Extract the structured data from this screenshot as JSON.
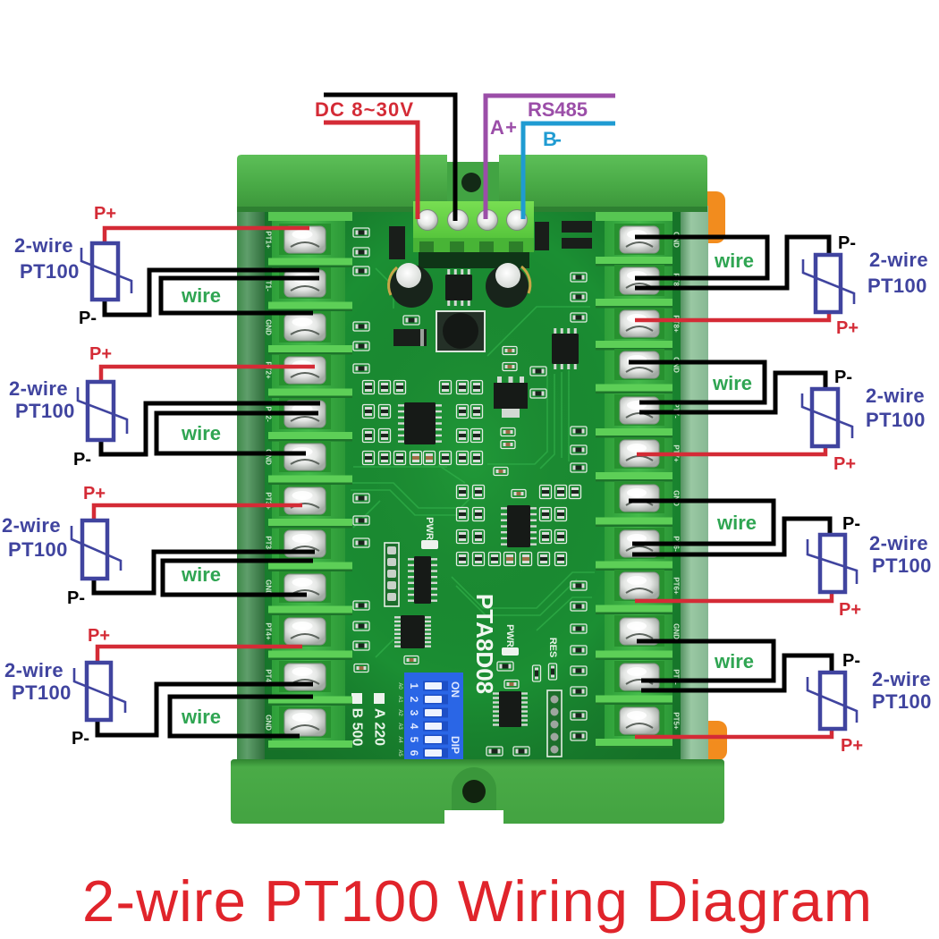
{
  "title": "2-wire PT100 Wiring Diagram",
  "colors": {
    "title": "#e0242b",
    "positive": "#d42b36",
    "negative": "#000000",
    "rs485_a": "#9b4ea8",
    "rs485_b": "#1f9bd2",
    "sensor": "#40449f",
    "jumper_text": "#2fa552",
    "pcb": "#1b8f33",
    "enclosure": "#4aab47",
    "dip_switch": "#2a66e6",
    "din_clip": "#f28c1e"
  },
  "power": {
    "label": "DC 8~30V"
  },
  "rs485": {
    "label": "RS485",
    "a_label": "A+",
    "b_label": "B-"
  },
  "board": {
    "model": "PTA8D08",
    "pwr_label": "PWR",
    "res_label": "RES",
    "jumper_options": [
      "A 220",
      "B 500"
    ],
    "dip_switch": {
      "on_label": "ON",
      "name_label": "DIP",
      "positions": [
        "1",
        "2",
        "3",
        "4",
        "5",
        "6"
      ],
      "address_labels": [
        "A0",
        "A1",
        "A2",
        "A3",
        "A4",
        "A5"
      ]
    },
    "left_terminals": [
      "PT1+",
      "PT1-",
      "GND",
      "PT2+",
      "PT2-",
      "GND",
      "PT3+",
      "PT3-",
      "GND",
      "PT4+",
      "PT4-",
      "GND"
    ],
    "right_terminals": [
      "GND",
      "PT8-",
      "PT8+",
      "GND",
      "PT7-",
      "PT7+",
      "GND",
      "PT6-",
      "PT6+",
      "GND",
      "PT5-",
      "PT5+"
    ]
  },
  "sensors": [
    {
      "side": "left",
      "type_label": "2-wire",
      "model_label": "PT100",
      "positive_label": "P+",
      "negative_label": "P-",
      "jumper_label": "wire",
      "positive_terminal": "PT1+",
      "negative_terminal": "PT1-",
      "jumper_terminals": [
        "PT1-",
        "GND"
      ]
    },
    {
      "side": "left",
      "type_label": "2-wire",
      "model_label": "PT100",
      "positive_label": "P+",
      "negative_label": "P-",
      "jumper_label": "wire",
      "positive_terminal": "PT2+",
      "negative_terminal": "PT2-",
      "jumper_terminals": [
        "PT2-",
        "GND"
      ]
    },
    {
      "side": "left",
      "type_label": "2-wire",
      "model_label": "PT100",
      "positive_label": "P+",
      "negative_label": "P-",
      "jumper_label": "wire",
      "positive_terminal": "PT3+",
      "negative_terminal": "PT3-",
      "jumper_terminals": [
        "PT3-",
        "GND"
      ]
    },
    {
      "side": "left",
      "type_label": "2-wire",
      "model_label": "PT100",
      "positive_label": "P+",
      "negative_label": "P-",
      "jumper_label": "wire",
      "positive_terminal": "PT4+",
      "negative_terminal": "PT4-",
      "jumper_terminals": [
        "PT4-",
        "GND"
      ]
    },
    {
      "side": "right",
      "type_label": "2-wire",
      "model_label": "PT100",
      "positive_label": "P+",
      "negative_label": "P-",
      "jumper_label": "wire",
      "positive_terminal": "PT8+",
      "negative_terminal": "PT8-",
      "jumper_terminals": [
        "GND",
        "PT8-"
      ]
    },
    {
      "side": "right",
      "type_label": "2-wire",
      "model_label": "PT100",
      "positive_label": "P+",
      "negative_label": "P-",
      "jumper_label": "wire",
      "positive_terminal": "PT7+",
      "negative_terminal": "PT7-",
      "jumper_terminals": [
        "GND",
        "PT7-"
      ]
    },
    {
      "side": "right",
      "type_label": "2-wire",
      "model_label": "PT100",
      "positive_label": "P+",
      "negative_label": "P-",
      "jumper_label": "wire",
      "positive_terminal": "PT6+",
      "negative_terminal": "PT6-",
      "jumper_terminals": [
        "GND",
        "PT6-"
      ]
    },
    {
      "side": "right",
      "type_label": "2-wire",
      "model_label": "PT100",
      "positive_label": "P+",
      "negative_label": "P-",
      "jumper_label": "wire",
      "positive_terminal": "PT5+",
      "negative_terminal": "PT5-",
      "jumper_terminals": [
        "GND",
        "PT5-"
      ]
    }
  ]
}
